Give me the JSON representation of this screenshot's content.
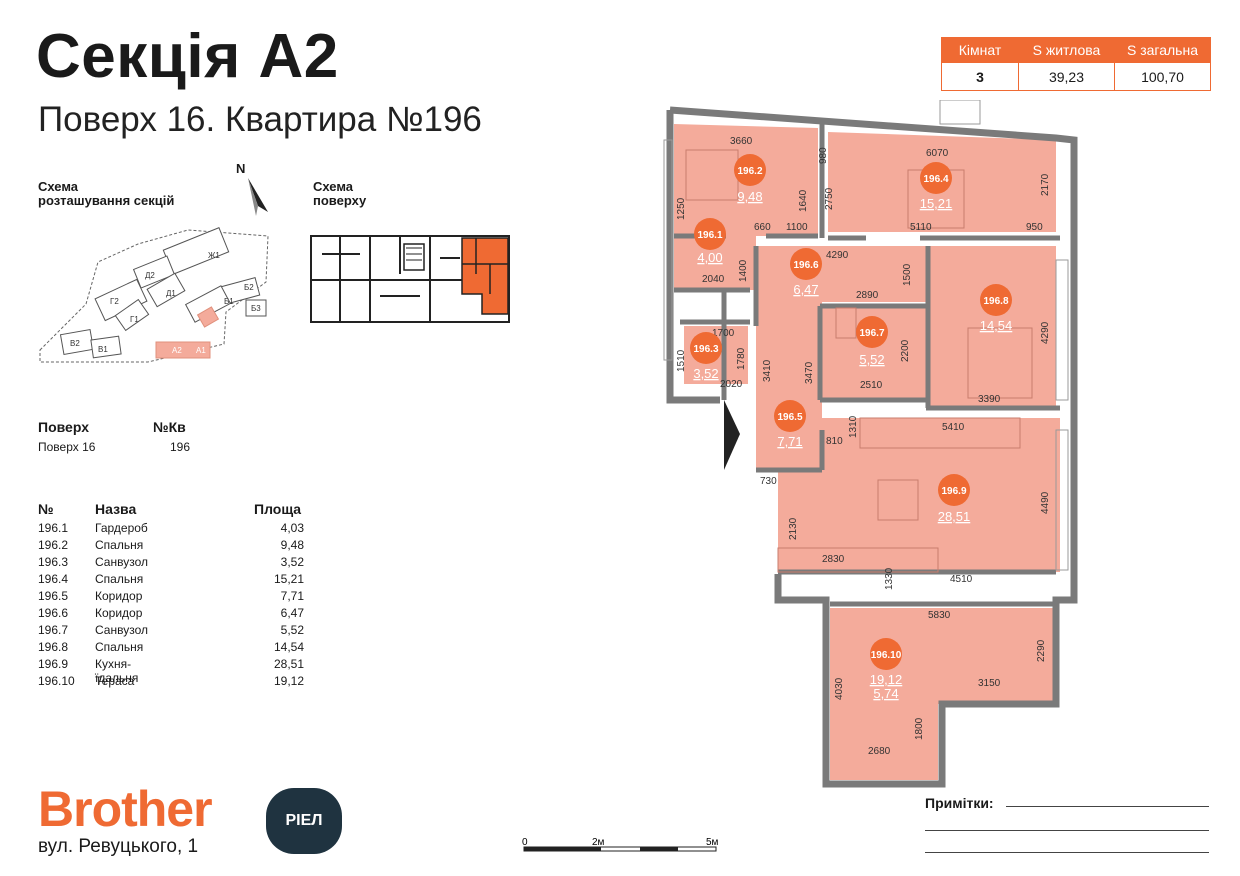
{
  "header": {
    "title": "Секція А2",
    "subtitle": "Поверх 16. Квартира №196"
  },
  "summary": {
    "headers": [
      "Кімнат",
      "S житлова",
      "S загальна"
    ],
    "values": [
      "3",
      "39,23",
      "100,70"
    ]
  },
  "schemes": {
    "sections_caption_1": "Схема",
    "sections_caption_2": "розташування секцій",
    "floor_caption_1": "Схема",
    "floor_caption_2": "поверху",
    "north": "N",
    "section_labels": [
      "Ж1",
      "Д2",
      "Д1",
      "Г2",
      "Г1",
      "Б2",
      "Б1",
      "Б3",
      "В2",
      "В1",
      "А2",
      "А1"
    ]
  },
  "floor_info": {
    "floor_label": "Поверх",
    "apt_label": "№Кв",
    "floor_value": "Поверх 16",
    "apt_value": "196"
  },
  "rooms_table": {
    "headers": [
      "№",
      "Назва",
      "Площа"
    ],
    "rows": [
      {
        "n": "196.1",
        "name": "Гардероб",
        "area": "4,03"
      },
      {
        "n": "196.2",
        "name": "Спальня",
        "area": "9,48"
      },
      {
        "n": "196.3",
        "name": "Санвузол",
        "area": "3,52"
      },
      {
        "n": "196.4",
        "name": "Спальня",
        "area": "15,21"
      },
      {
        "n": "196.5",
        "name": "Коридор",
        "area": "7,71"
      },
      {
        "n": "196.6",
        "name": "Коридор",
        "area": "6,47"
      },
      {
        "n": "196.7",
        "name": "Санвузол",
        "area": "5,52"
      },
      {
        "n": "196.8",
        "name": "Спальня",
        "area": "14,54"
      },
      {
        "n": "196.9",
        "name": "Кухня-їдальня",
        "area": "28,51"
      },
      {
        "n": "196.10",
        "name": "Тераса",
        "area": "19,12"
      }
    ]
  },
  "plan": {
    "rooms": [
      {
        "id": "196.2",
        "area": "9,48"
      },
      {
        "id": "196.4",
        "area": "15,21"
      },
      {
        "id": "196.1",
        "area": "4,00"
      },
      {
        "id": "196.6",
        "area": "6,47"
      },
      {
        "id": "196.8",
        "area": "14,54"
      },
      {
        "id": "196.7",
        "area": "5,52"
      },
      {
        "id": "196.3",
        "area": "3,52"
      },
      {
        "id": "196.5",
        "area": "7,71"
      },
      {
        "id": "196.9",
        "area": "28,51"
      },
      {
        "id": "196.10",
        "area": "19,12",
        "area2": "5,74"
      }
    ],
    "dims": [
      "3660",
      "980",
      "6070",
      "2170",
      "1250",
      "1640",
      "2750",
      "5110",
      "950",
      "660",
      "1100",
      "4290",
      "1500",
      "2040",
      "1400",
      "2890",
      "1700",
      "1780",
      "1510",
      "2020",
      "3410",
      "3470",
      "2200",
      "2510",
      "4290",
      "3390",
      "5410",
      "810",
      "1310",
      "730",
      "2130",
      "2830",
      "1330",
      "4510",
      "4490",
      "5830",
      "2290",
      "3150",
      "4030",
      "1800",
      "2680"
    ]
  },
  "scale": {
    "labels": [
      "0",
      "2м",
      "5м"
    ]
  },
  "brand": {
    "name": "Brother",
    "badge": "РІЕЛ",
    "address": "вул. Ревуцького, 1"
  },
  "notes": {
    "label": "Примітки:"
  },
  "colors": {
    "accent": "#ef6a33",
    "room_fill": "#f4ab9b",
    "badge": "#1f3340",
    "wall": "#7a7a7a"
  }
}
